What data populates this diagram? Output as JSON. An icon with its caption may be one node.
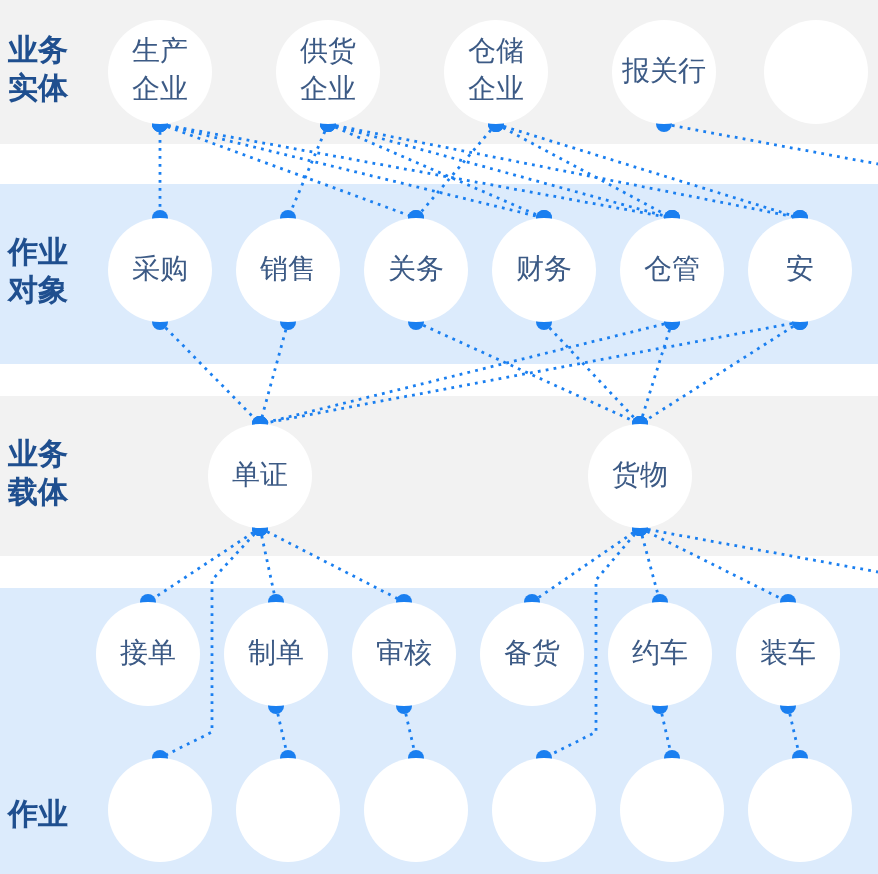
{
  "diagram": {
    "nodes": [
      {
        "text": [
          "业务实体"
        ]
      },
      {
        "text": [
          "生产企业"
        ],
        "in": 0
      },
      {
        "text": [
          "供货企业"
        ],
        "in": 0
      },
      {
        "text": [
          "仓储企业"
        ],
        "in": 0
      },
      {
        "text": [
          "报关行"
        ],
        "in": 0
      },
      {
        "text": [],
        "shape": "circle",
        "in": 0
      },
      {
        "text": [
          "作业对象"
        ]
      },
      {
        "text": [
          "采购"
        ],
        "in": 6
      },
      {
        "text": [
          "销售"
        ],
        "in": 6
      },
      {
        "text": [
          "关务"
        ],
        "in": 6
      },
      {
        "text": [
          "财务"
        ],
        "in": 6
      },
      {
        "text": [
          "仓管"
        ],
        "in": 6
      },
      {
        "text": [
          "安"
        ],
        "in": 6
      },
      {
        "text": [
          "业务载体"
        ]
      },
      {
        "text": [
          "单证"
        ],
        "in": 13
      },
      {
        "text": [
          "货物"
        ],
        "in": 13
      },
      {
        "text": [
          "作业"
        ]
      },
      {
        "text": [
          "接单"
        ],
        "in": 16
      },
      {
        "text": [
          "制单"
        ],
        "in": 16
      },
      {
        "text": [
          "审核"
        ],
        "in": 16
      },
      {
        "text": [
          "备货"
        ],
        "in": 16
      },
      {
        "text": [
          "约车"
        ],
        "in": 16
      },
      {
        "text": [
          "装车"
        ],
        "in": 16
      },
      {
        "text": [],
        "shape": "circle",
        "in": 16
      },
      {
        "text": [],
        "shape": "circle",
        "in": 16
      },
      {
        "text": [],
        "shape": "circle",
        "in": 16
      },
      {
        "text": [],
        "shape": "circle",
        "in": 16
      },
      {
        "text": [],
        "shape": "circle",
        "in": 16
      },
      {
        "text": [],
        "shape": "circle",
        "in": 16
      }
    ],
    "edges": [
      {
        "from": 1,
        "to": 7,
        "arrow": "other"
      },
      {
        "from": 1,
        "to": 9,
        "arrow": "other"
      },
      {
        "from": 1,
        "to": 10,
        "arrow": "other"
      },
      {
        "from": 1,
        "to": 11,
        "arrow": "other"
      },
      {
        "from": 2,
        "to": 8,
        "arrow": "other"
      },
      {
        "from": 2,
        "to": 10,
        "arrow": "other"
      },
      {
        "from": 2,
        "to": 11,
        "arrow": "other"
      },
      {
        "from": 2,
        "to": 12,
        "arrow": "other"
      },
      {
        "from": 3,
        "to": 9,
        "arrow": "other"
      },
      {
        "from": 3,
        "to": 11,
        "arrow": "other"
      },
      {
        "from": 3,
        "to": 12,
        "arrow": "other"
      },
      {
        "from": 4,
        "to": null,
        "arrow": "other"
      },
      {
        "from": 7,
        "to": 14,
        "arrow": "other"
      },
      {
        "from": 8,
        "to": 14,
        "arrow": "other"
      },
      {
        "from": 9,
        "to": 15,
        "arrow": "other"
      },
      {
        "from": 10,
        "to": 15,
        "arrow": "other"
      },
      {
        "from": 11,
        "to": 14,
        "arrow": "other"
      },
      {
        "from": 11,
        "to": 15,
        "arrow": "other"
      },
      {
        "from": 12,
        "to": 14,
        "arrow": "other"
      },
      {
        "from": 12,
        "to": 15,
        "arrow": "other"
      },
      {
        "from": 14,
        "to": 17,
        "arrow": "other"
      },
      {
        "from": 14,
        "to": 18,
        "arrow": "other"
      },
      {
        "from": 14,
        "to": 19,
        "arrow": "other"
      },
      {
        "from": 14,
        "to": 23,
        "arrow": "other"
      },
      {
        "from": 18,
        "to": 24,
        "arrow": "other"
      },
      {
        "from": 19,
        "to": 25,
        "arrow": "other"
      },
      {
        "from": 15,
        "to": 20,
        "arrow": "other"
      },
      {
        "from": 15,
        "to": 21,
        "arrow": "other"
      },
      {
        "from": 15,
        "to": 22,
        "arrow": "other"
      },
      {
        "from": 15,
        "to": 26,
        "arrow": "other"
      },
      {
        "from": 15,
        "to": null,
        "arrow": "other"
      },
      {
        "from": 21,
        "to": 27,
        "arrow": "other"
      },
      {
        "from": 22,
        "to": 28,
        "arrow": "other"
      }
    ]
  }
}
